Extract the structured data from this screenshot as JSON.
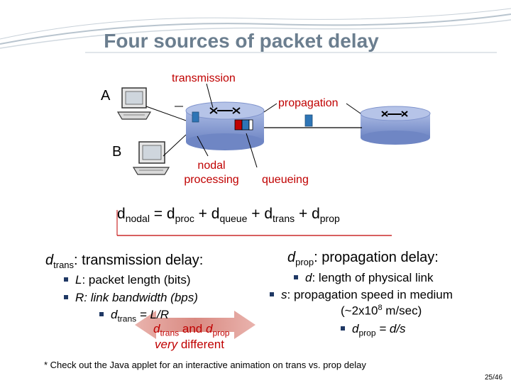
{
  "title": "Four sources of packet delay",
  "hosts": {
    "a": "A",
    "b": "B"
  },
  "labels": {
    "transmission": "transmission",
    "propagation": "propagation",
    "nodal_processing_1": "nodal",
    "nodal_processing_2": "processing",
    "queueing": "queueing"
  },
  "formula": {
    "d1": "d",
    "s1": "nodal",
    "eq": " = ",
    "d2": "d",
    "s2": "proc",
    "p1": " + ",
    "d3": "d",
    "s3": "queue",
    "p2": " + ",
    "d4": "d",
    "s4": "trans",
    "p3": " + ",
    "d5": "d",
    "s5": "prop"
  },
  "left_section": {
    "head_d": "d",
    "head_sub": "trans",
    "head_rest": ": transmission delay:",
    "b1_var": "L",
    "b1_rest": ": packet length (bits)",
    "b2_var": "R",
    "b2_rest": ": link bandwidth (bps)",
    "b3_d": "d",
    "b3_sub": "trans",
    "b3_rest": " = L/R"
  },
  "right_section": {
    "head_d": "d",
    "head_sub": "prop",
    "head_rest": ": propagation delay:",
    "b1_var": "d",
    "b1_rest": ": length of physical link",
    "b2_var": "s",
    "b2_rest": ": propagation speed in medium",
    "b2_line2": "(~2x10",
    "b2_sup": "8",
    "b2_line2_end": " m/sec)",
    "b3_d": "d",
    "b3_sub": "prop",
    "b3_rest": " = d/s"
  },
  "comparison": {
    "d1": "d",
    "s1": "trans",
    "and": " and ",
    "d2": "d",
    "s2": "prop",
    "line2_em": "very",
    "line2_rest": " different"
  },
  "footnote": "* Check out the Java applet for an interactive animation on trans vs. prop delay",
  "page_number": "25/46",
  "colors": {
    "title": "#6b7e8f",
    "label_red": "#c00000",
    "router": "#8fa3d6",
    "packet": "#2e75b6",
    "arrow": "#d9827e"
  }
}
